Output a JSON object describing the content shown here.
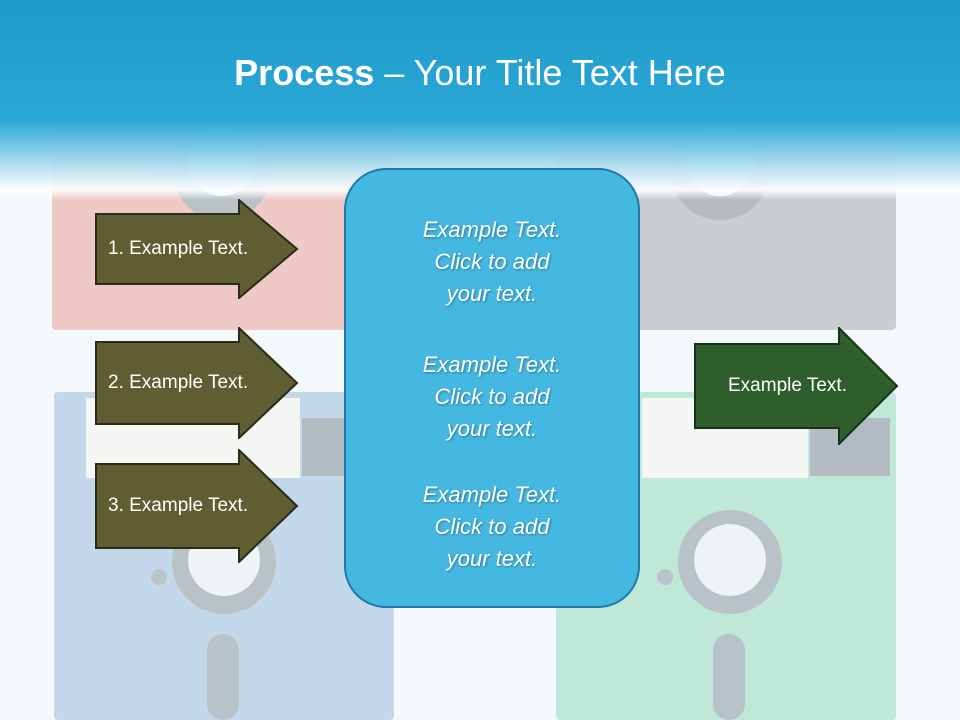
{
  "title": {
    "bold": "Process",
    "rest": " – Your Title Text Here"
  },
  "left_arrows": [
    {
      "label": "1. Example Text."
    },
    {
      "label": "2. Example Text."
    },
    {
      "label": "3. Example Text."
    }
  ],
  "right_arrow": {
    "label": "Example Text."
  },
  "center": {
    "paragraphs": [
      {
        "line1": "Example Text.",
        "line2": "Click  to add",
        "line3": "your text."
      },
      {
        "line1": "Example Text.",
        "line2": "Click  to add",
        "line3": "your text."
      },
      {
        "line1": "Example Text.",
        "line2": "Click  to add",
        "line3": "your text."
      }
    ]
  },
  "colors": {
    "left_arrow_fill": "#5e5e32",
    "right_arrow_fill": "#2d5e2b",
    "center_fill": "#45b8e1",
    "title_band": "#2aa7d6"
  }
}
